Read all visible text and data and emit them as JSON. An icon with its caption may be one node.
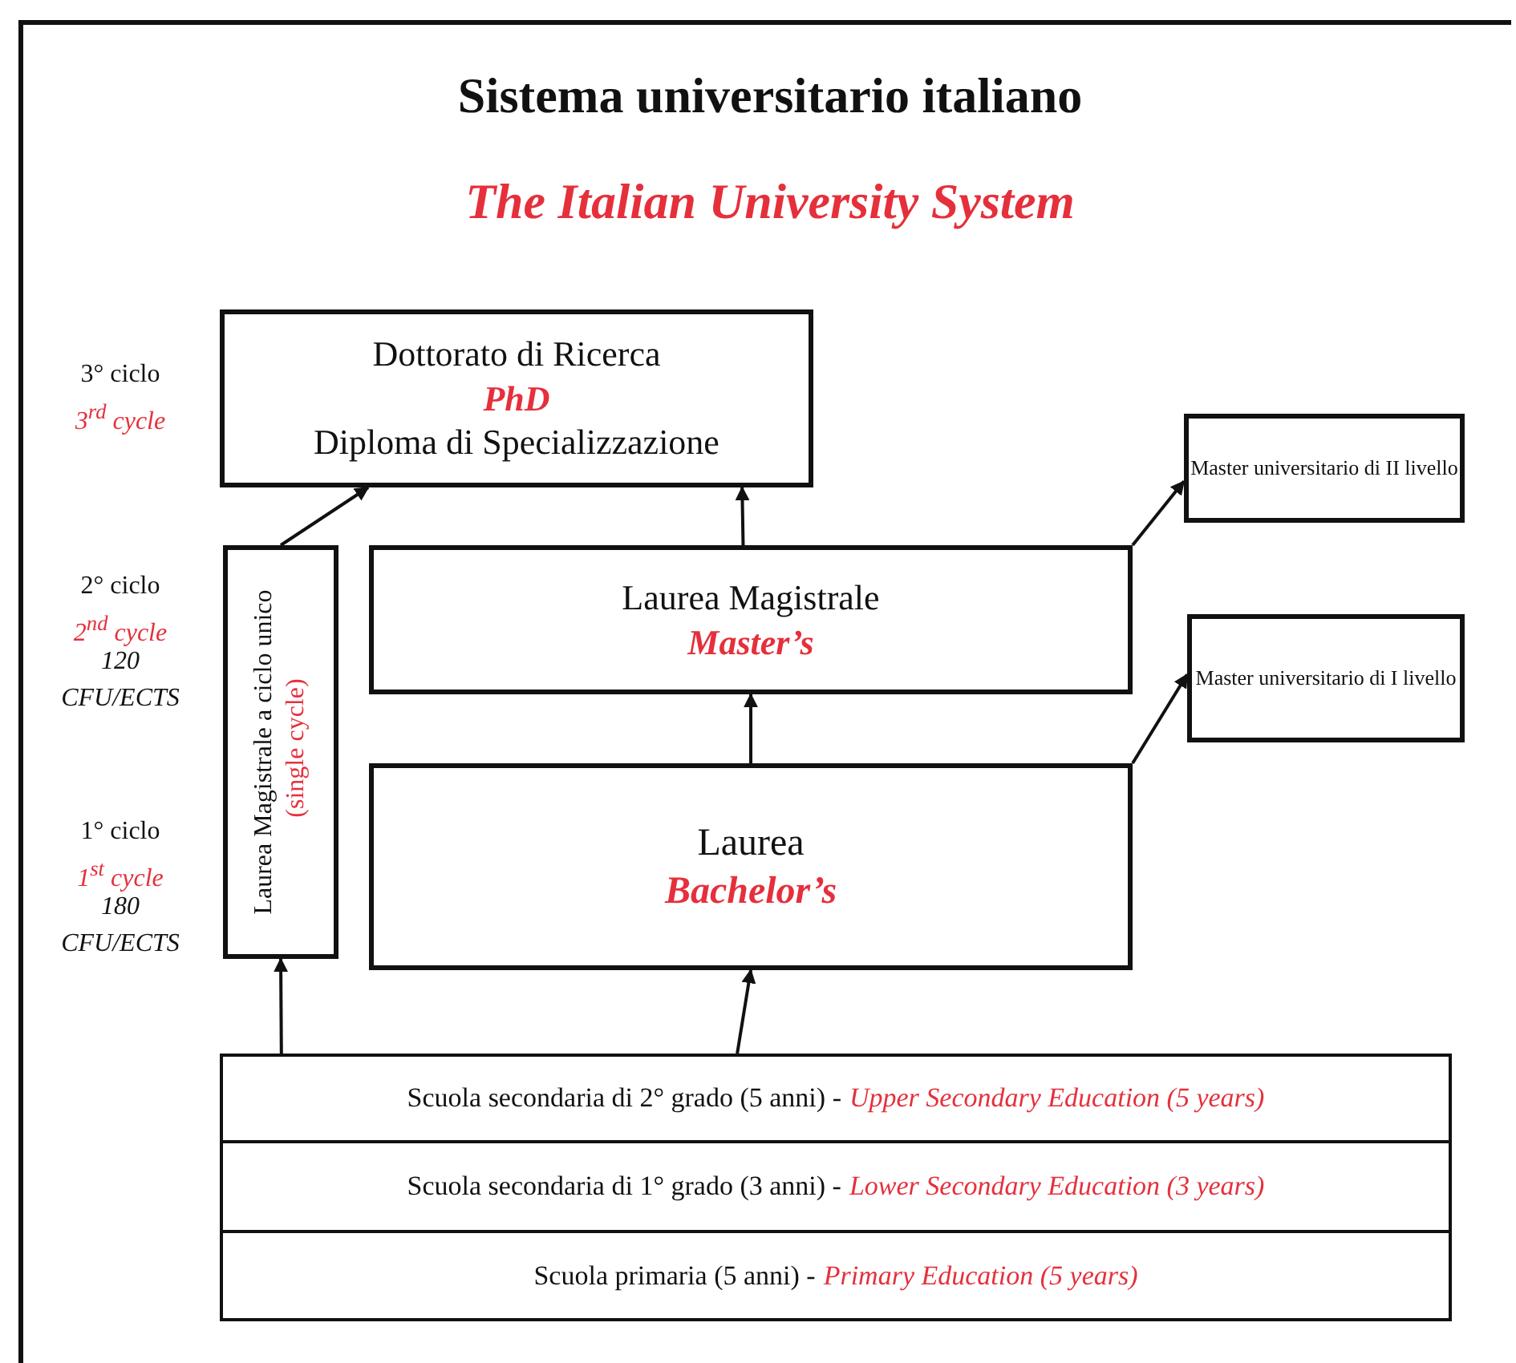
{
  "diagram": {
    "title": "Sistema universitario italiano",
    "nodes": [
      {
        "text": [
          "Dottorato di Ricerca",
          "PhD",
          "Diploma di Specializzazione"
        ]
      },
      {
        "text": [
          "Master universitario di II livello"
        ]
      },
      {
        "text": [
          "Laurea Magistrale a ciclo unico",
          "(single cycle)"
        ]
      },
      {
        "text": [
          "Laurea Magistrale",
          "Master’s"
        ]
      },
      {
        "text": [
          "Master universitario di I livello"
        ]
      },
      {
        "text": [
          "Laurea",
          "Bachelor’s"
        ]
      },
      {
        "text": [
          "Scuola secondaria di 2° grado (5 anni) -",
          "Upper Secondary Education (5 years)"
        ]
      },
      {
        "text": [
          "Scuola secondaria di 1° grado (3 anni) -",
          "Lower Secondary Education (3 years)"
        ]
      },
      {
        "text": [
          "Scuola primaria (5 anni) -",
          "Primary Education (5 years)"
        ]
      }
    ],
    "edges": [
      {
        "from": 2,
        "to": 0,
        "arrow": "to"
      },
      {
        "from": 3,
        "to": 0,
        "arrow": "to"
      },
      {
        "from": 3,
        "to": 1,
        "arrow": "to"
      },
      {
        "from": 5,
        "to": 3,
        "arrow": "to"
      },
      {
        "from": 5,
        "to": 4,
        "arrow": "to"
      },
      {
        "from": 6,
        "to": 2,
        "arrow": "to"
      },
      {
        "from": 6,
        "to": 5,
        "arrow": "to"
      }
    ],
    "labels": [
      "The Italian University System",
      "3° ciclo",
      "3$^{rd}$ cycle",
      "2° ciclo",
      "2$^{nd}$ cycle",
      "120 CFU/ECTS",
      "1° ciclo",
      "1$^{st}$ cycle",
      "180 CFU/ECTS"
    ]
  }
}
